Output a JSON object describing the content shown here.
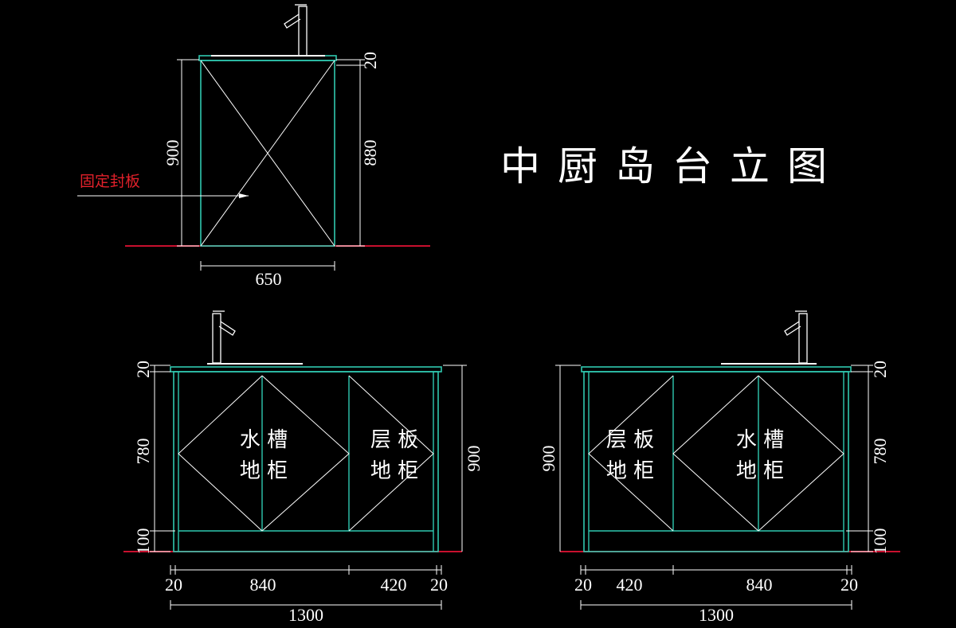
{
  "title": "中厨岛台立图",
  "colors": {
    "background": "#000000",
    "cabinet": "#2fc9b0",
    "lines": "#ffffff",
    "floor": "#c8102e",
    "note": "#e0202a"
  },
  "side_view": {
    "annotation": "固定封板",
    "dims": {
      "total_height": "900",
      "top_thickness": "20",
      "body_height": "880",
      "width": "650"
    }
  },
  "front_view_left": {
    "dims": {
      "top": "20",
      "door": "780",
      "plinth": "100",
      "total_height": "900",
      "side_left": "20",
      "sink_width": "840",
      "shelf_width": "420",
      "side_right": "20",
      "total_width": "1300"
    },
    "sink_label": {
      "line1": "水 槽",
      "line2": "地 柜"
    },
    "shelf_label": {
      "line1": "层 板",
      "line2": "地 柜"
    }
  },
  "front_view_right": {
    "dims": {
      "total_height": "900",
      "top": "20",
      "door": "780",
      "plinth": "100",
      "side_left": "20",
      "shelf_width": "420",
      "sink_width": "840",
      "side_right": "20",
      "total_width": "1300"
    },
    "shelf_label": {
      "line1": "层 板",
      "line2": "地 柜"
    },
    "sink_label": {
      "line1": "水 槽",
      "line2": "地 柜"
    }
  }
}
